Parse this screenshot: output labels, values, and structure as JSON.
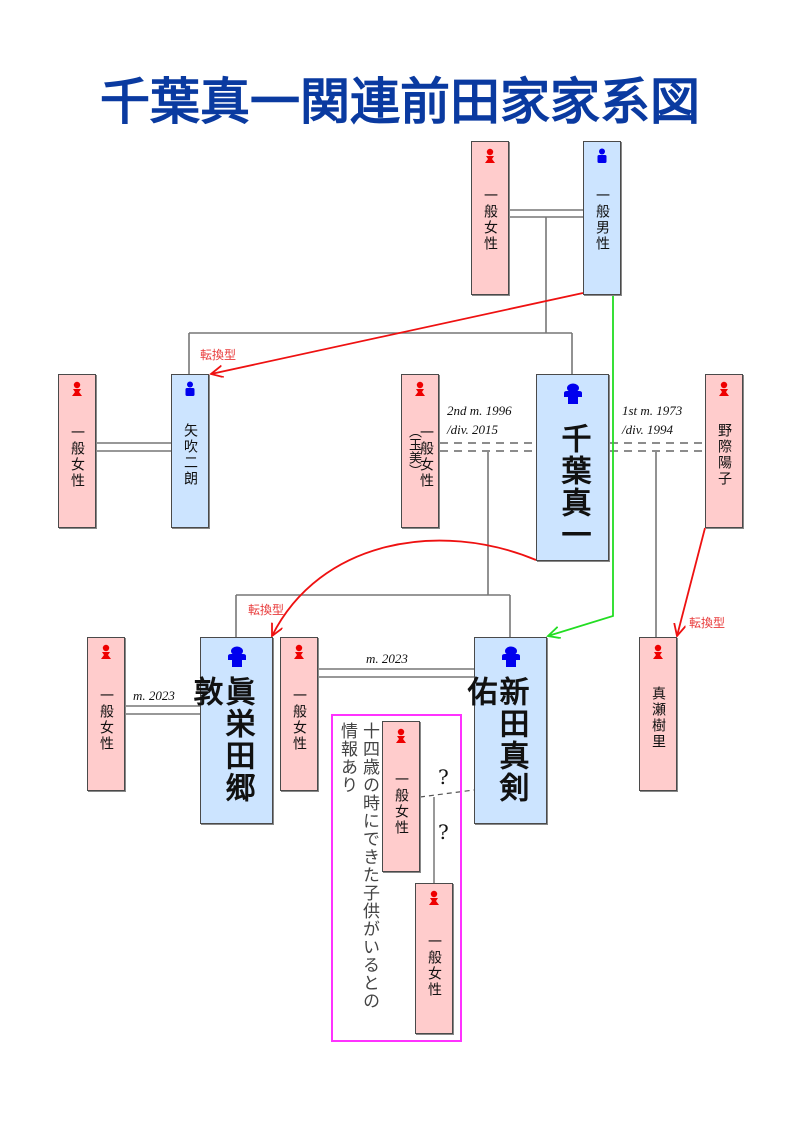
{
  "title": "千葉真一関連前田家家系図",
  "colors": {
    "title": "#0a3aa0",
    "female_fill": "#ffcccc",
    "male_fill": "#cce4ff",
    "female_icon": "#ee0000",
    "male_icon": "#0000ee",
    "transition_arrow": "#ee1111",
    "green_arrow": "#22dd22",
    "note_border": "#ff33ff",
    "line": "#777777"
  },
  "people": {
    "gen1_female": {
      "name": "一般女性",
      "gender": "female"
    },
    "gen1_male": {
      "name": "一般男性",
      "gender": "male"
    },
    "yabuki_wife": {
      "name": "一般女性",
      "gender": "female"
    },
    "yabuki": {
      "name": "矢吹二朗",
      "gender": "male"
    },
    "tamami": {
      "name": "一般女性",
      "alias": "（玉美）",
      "gender": "female"
    },
    "chiba": {
      "name": "千葉真一",
      "gender": "male"
    },
    "noiwa": {
      "name": "野際陽子",
      "gender": "female"
    },
    "gordon_wife": {
      "name": "一般女性",
      "gender": "female"
    },
    "gordon": {
      "name": "眞栄田郷敦",
      "gender": "male"
    },
    "mackenyu_wife": {
      "name": "一般女性",
      "gender": "female"
    },
    "mackenyu": {
      "name": "新田真剣佑",
      "gender": "male"
    },
    "juri": {
      "name": "真瀬樹里",
      "gender": "female"
    },
    "mackenyu_partner": {
      "name": "一般女性",
      "gender": "female"
    },
    "mackenyu_child": {
      "name": "一般女性",
      "gender": "female"
    }
  },
  "labels": {
    "transition": "転換型",
    "marriage2": [
      "2nd m. 1996",
      "/div. 2015"
    ],
    "marriage1": [
      "1st m. 1973",
      "/div. 1994"
    ],
    "gordon_marriage": "m. 2023",
    "mackenyu_marriage": "m. 2023",
    "unknown": "?"
  },
  "note": {
    "line1": "十四歳の時にできた子供がいるとの",
    "line2": "情報あり"
  }
}
